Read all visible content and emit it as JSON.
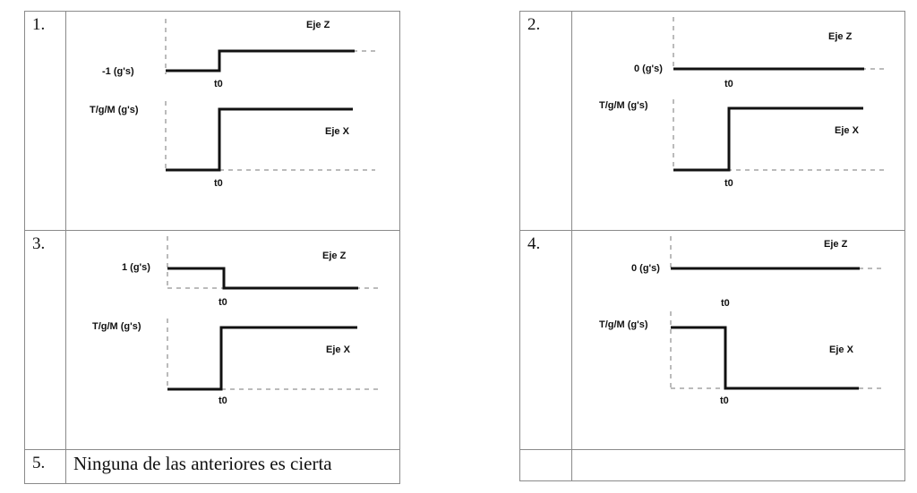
{
  "options": [
    {
      "number": "1.",
      "z_label": "-1 (g's)",
      "x_label": "T/g/M (g's)",
      "axis_z": "Eje Z",
      "axis_x": "Eje X",
      "time": "t0"
    },
    {
      "number": "2.",
      "z_label": "0 (g's)",
      "x_label": "T/g/M (g's)",
      "axis_z": "Eje Z",
      "axis_x": "Eje X",
      "time": "t0"
    },
    {
      "number": "3.",
      "z_label": "1 (g's)",
      "x_label": "T/g/M (g's)",
      "axis_z": "Eje Z",
      "axis_x": "Eje X",
      "time": "t0"
    },
    {
      "number": "4.",
      "z_label": "0 (g's)",
      "x_label": "T/g/M (g's)",
      "axis_z": "Eje Z",
      "axis_x": "Eje X",
      "time": "t0"
    }
  ],
  "option5": {
    "number": "5.",
    "text": "Ninguna de las anteriores es cierta"
  }
}
